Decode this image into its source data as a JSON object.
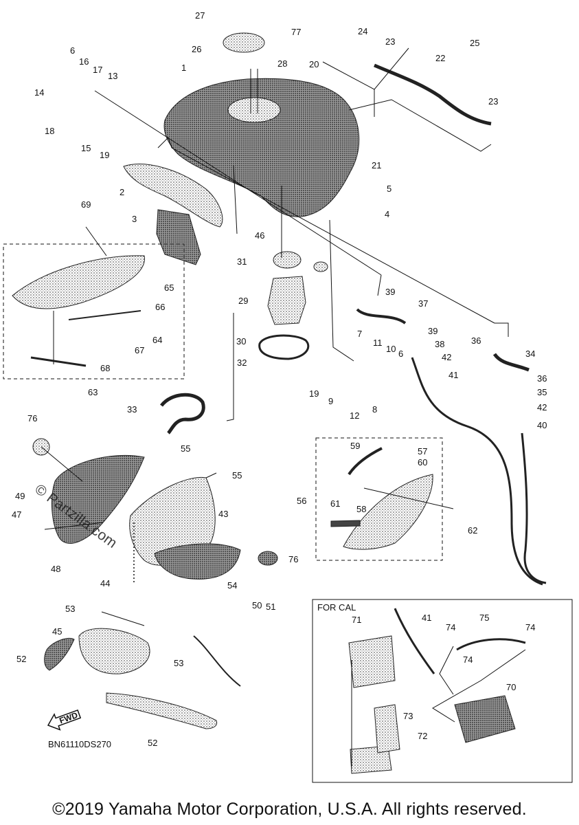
{
  "labels": {
    "p1": "1",
    "p2": "2",
    "p3": "3",
    "p4": "4",
    "p5": "5",
    "p6": "6",
    "p7": "7",
    "p8": "8",
    "p9": "9",
    "p10": "10",
    "p11": "11",
    "p12": "12",
    "p13": "13",
    "p14": "14",
    "p15": "15",
    "p16": "16",
    "p17": "17",
    "p18": "18",
    "p19": "19",
    "p20": "20",
    "p21": "21",
    "p22": "22",
    "p23": "23",
    "p24": "24",
    "p25": "25",
    "p26": "26",
    "p27": "27",
    "p28": "28",
    "p29": "29",
    "p30": "30",
    "p31": "31",
    "p32": "32",
    "p33": "33",
    "p34": "34",
    "p35": "35",
    "p36": "36",
    "p37": "37",
    "p38": "38",
    "p39": "39",
    "p40": "40",
    "p41": "41",
    "p42": "42",
    "p43": "43",
    "p44": "44",
    "p45": "45",
    "p46": "46",
    "p47": "47",
    "p48": "48",
    "p49": "49",
    "p50": "50",
    "p51": "51",
    "p52": "52",
    "p53": "53",
    "p54": "54",
    "p55": "55",
    "p56": "56",
    "p57": "57",
    "p58": "58",
    "p59": "59",
    "p60": "60",
    "p61": "61",
    "p62": "62",
    "p63": "63",
    "p64": "64",
    "p65": "65",
    "p66": "66",
    "p67": "67",
    "p68": "68",
    "p69": "69",
    "p70": "70",
    "p71": "71",
    "p72": "72",
    "p73": "73",
    "p74": "74",
    "p75": "75",
    "p76": "76",
    "p77": "77"
  },
  "for_cal": "FOR CAL",
  "fwd": "FWD",
  "diagram_code": "BN61110DS270",
  "watermark": "© Partzilla.com",
  "copyright": "©2019 Yamaha Motor Corporation, U.S.A. All rights reserved.",
  "colors": {
    "ink": "#111111",
    "part_fill": "#6e6e6e",
    "part_dark": "#3a3a3a",
    "background": "#ffffff"
  }
}
